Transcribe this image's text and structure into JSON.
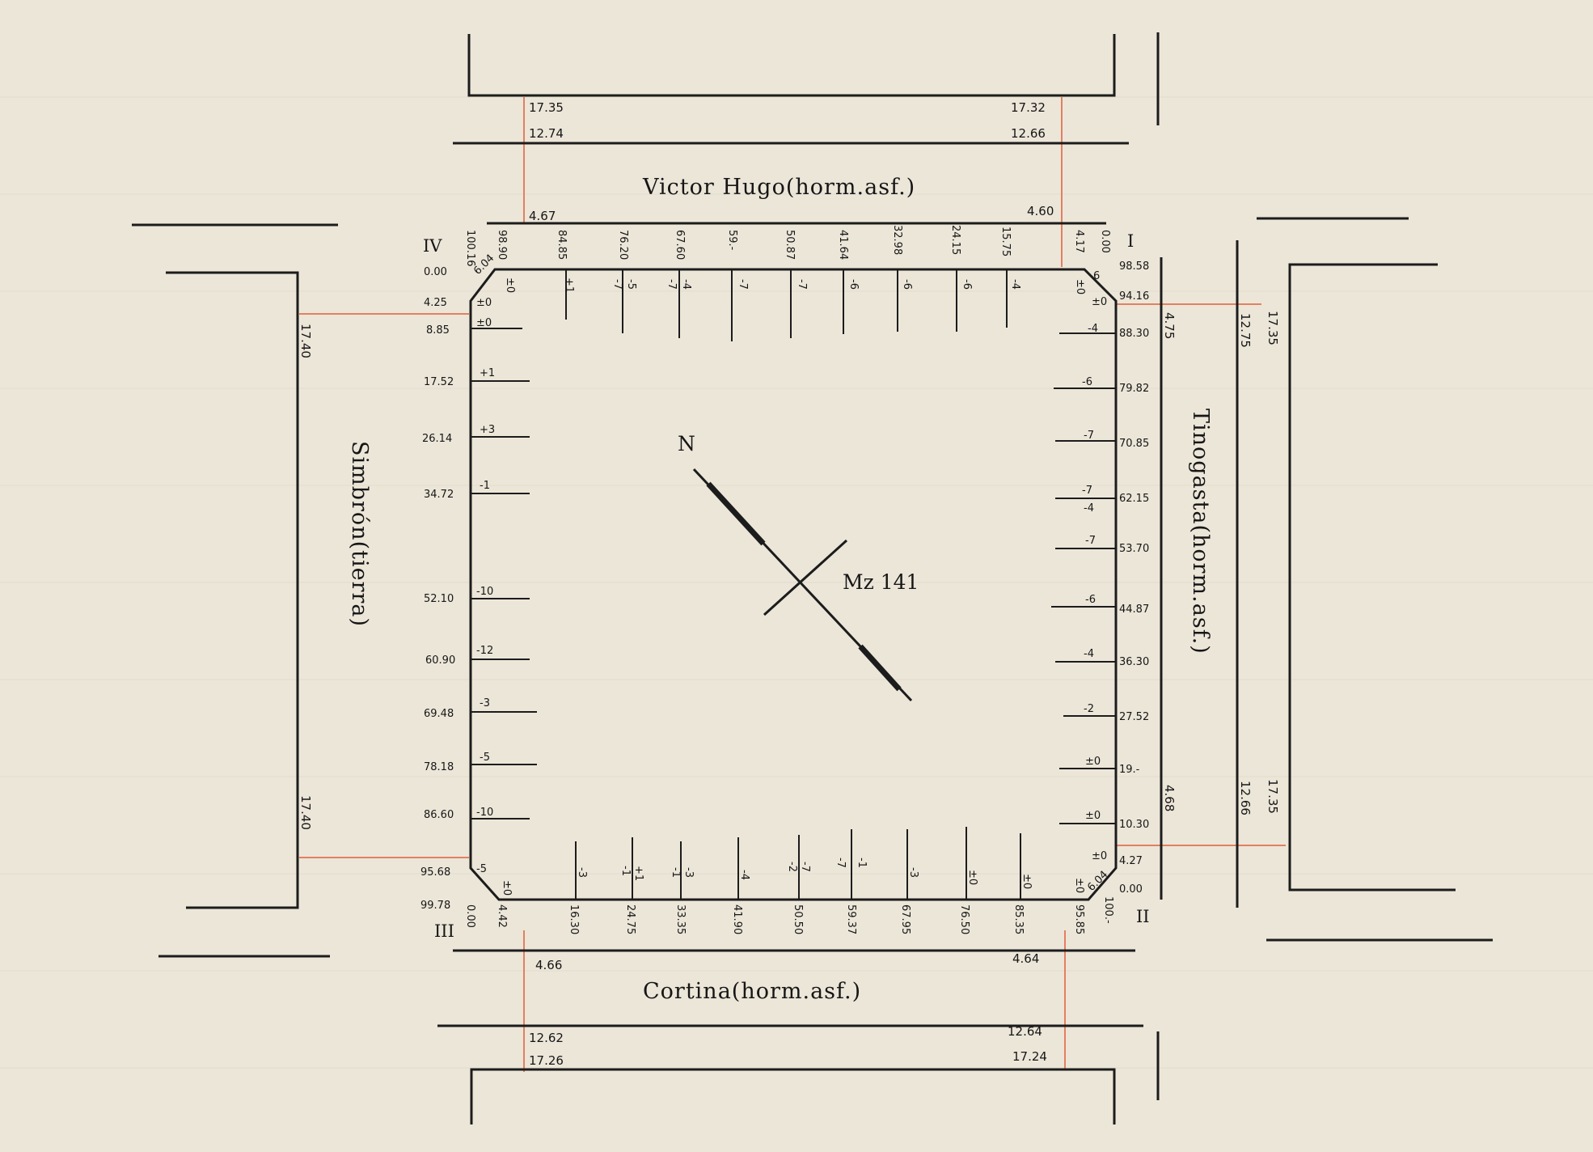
{
  "block": {
    "id": "Mz 141",
    "north": "N"
  },
  "streets": {
    "north": "Victor Hugo(horm.asf.)",
    "south": "Cortina(horm.asf.)",
    "west": "Simbrón(tierra)",
    "east": "Tinogasta(horm.asf.)"
  },
  "corners": {
    "ne": "I",
    "se": "II",
    "sw": "III",
    "nw": "IV"
  },
  "street_widths": {
    "north_left": [
      "17.35",
      "12.74"
    ],
    "north_right": [
      "17.32",
      "12.66"
    ],
    "south_left": [
      "12.62",
      "17.26"
    ],
    "south_right": [
      "12.64",
      "17.24"
    ],
    "west_top": "17.40",
    "west_bottom": "17.40",
    "east_top": [
      "12.75",
      "17.35"
    ],
    "east_bottom": [
      "12.66",
      "17.35"
    ]
  },
  "sidewalks": {
    "north_left": "4.67",
    "north_right": "4.60",
    "south_left": "4.66",
    "south_right": "4.64",
    "east_top": "4.75",
    "east_bottom": "4.68",
    "west": "4.25"
  },
  "north_side": {
    "distances": [
      "100.16",
      "98.90",
      "84.85",
      "76.20",
      "67.60",
      "59.-",
      "50.87",
      "41.64",
      "32.98",
      "24.15",
      "15.75",
      "4.17",
      "0.00"
    ],
    "levels": [
      "±0",
      "+1",
      "-7",
      "-5",
      "-7",
      "-4",
      "-7",
      "-7",
      "-6",
      "-6",
      "-6",
      "-4",
      "±0"
    ]
  },
  "south_side": {
    "distances": [
      "0.00",
      "4.42",
      "16.30",
      "24.75",
      "33.35",
      "41.90",
      "50.50",
      "59.37",
      "67.95",
      "76.50",
      "85.35",
      "95.85",
      "100.-"
    ],
    "levels": [
      "±0",
      "-3",
      "-1",
      "+1",
      "-1",
      "-3",
      "-4",
      "-2",
      "-7",
      "-7",
      "-1",
      "-3",
      "±0",
      "±0",
      "±0"
    ]
  },
  "west_side": {
    "distances": [
      "0.00",
      "4.25",
      "8.85",
      "17.52",
      "26.14",
      "34.72",
      "52.10",
      "60.90",
      "69.48",
      "78.18",
      "86.60",
      "95.68",
      "99.78"
    ],
    "levels": [
      "±0",
      "±0",
      "+1",
      "+3",
      "-1",
      "-10",
      "-12",
      "-3",
      "-5",
      "-10",
      "-5"
    ],
    "corner_note": "6.04"
  },
  "east_side": {
    "distances": [
      "98.58",
      "94.16",
      "88.30",
      "79.82",
      "70.85",
      "62.15",
      "53.70",
      "44.87",
      "36.30",
      "27.52",
      "19.-",
      "10.30",
      "4.27",
      "0.00"
    ],
    "levels": [
      "6",
      "±0",
      "-4",
      "-6",
      "-7",
      "-7",
      "-4",
      "-7",
      "-6",
      "-4",
      "-2",
      "±0",
      "±0",
      "±0"
    ],
    "corner_note": "6.04"
  },
  "colors": {
    "ink": "#1c1c1c",
    "paper": "#ece6d9",
    "survey_red": "#e3805f"
  }
}
